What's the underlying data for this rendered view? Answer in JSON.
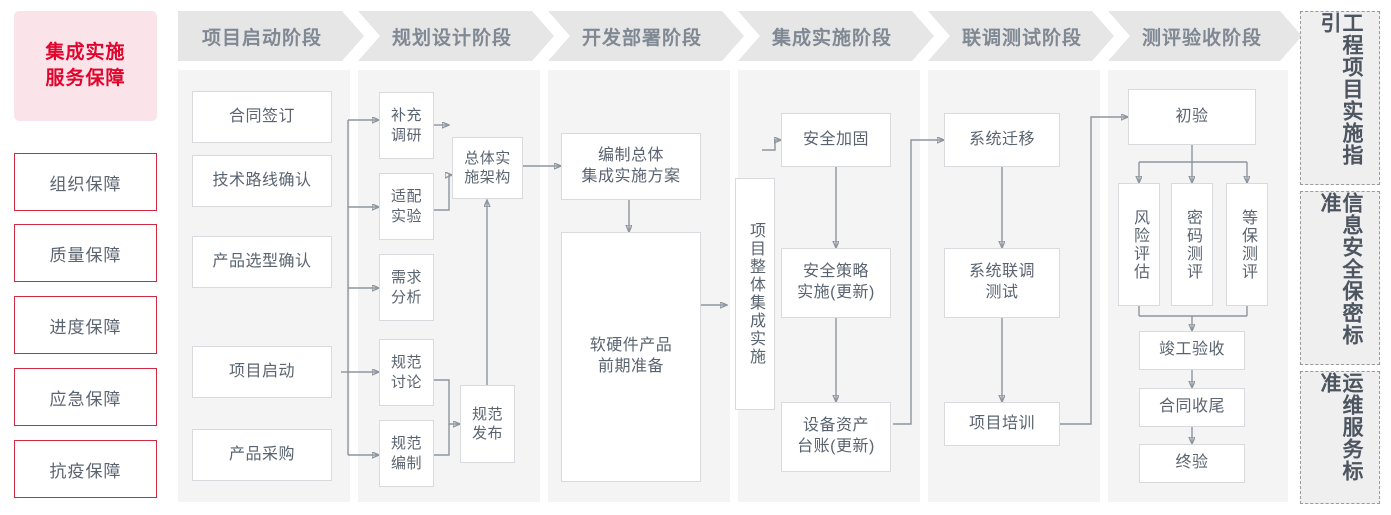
{
  "sidebar": {
    "hero": "集成实施\n服务保障",
    "hero_line1": "集成实施",
    "hero_line2": "服务保障",
    "items": [
      {
        "label": "组织保障"
      },
      {
        "label": "质量保障"
      },
      {
        "label": "进度保障"
      },
      {
        "label": "应急保障"
      },
      {
        "label": "抗疫保障"
      }
    ]
  },
  "phases": [
    {
      "title": "项目启动阶段"
    },
    {
      "title": "规划设计阶段"
    },
    {
      "title": "开发部署阶段"
    },
    {
      "title": "集成实施阶段"
    },
    {
      "title": "联调测试阶段"
    },
    {
      "title": "测评验收阶段"
    }
  ],
  "nodes": {
    "p1": [
      {
        "label": "合同签订"
      },
      {
        "label": "技术路线确认"
      },
      {
        "label": "产品选型确认"
      },
      {
        "label": "项目启动"
      },
      {
        "label": "产品采购"
      }
    ],
    "p2": [
      {
        "label": "补充\n调研",
        "l1": "补充",
        "l2": "调研"
      },
      {
        "label": "适配\n实验",
        "l1": "适配",
        "l2": "实验"
      },
      {
        "label": "需求\n分析",
        "l1": "需求",
        "l2": "分析"
      },
      {
        "label": "规范\n讨论",
        "l1": "规范",
        "l2": "讨论"
      },
      {
        "label": "规范\n编制",
        "l1": "规范",
        "l2": "编制"
      },
      {
        "label": "总体实\n施架构",
        "l1": "总体实",
        "l2": "施架构"
      },
      {
        "label": "规范\n发布",
        "l1": "规范",
        "l2": "发布"
      }
    ],
    "p3": [
      {
        "label": "编制总体\n集成实施方案",
        "l1": "编制总体",
        "l2": "集成实施方案"
      },
      {
        "label": "软硬件产品\n前期准备",
        "l1": "软硬件产品",
        "l2": "前期准备"
      }
    ],
    "p4": [
      {
        "label": "项目整体集成实施"
      },
      {
        "label": "安全加固"
      },
      {
        "label": "安全策略\n实施(更新)",
        "l1": "安全策略",
        "l2": "实施(更新)"
      },
      {
        "label": "设备资产\n台账(更新)",
        "l1": "设备资产",
        "l2": "台账(更新)"
      }
    ],
    "p5": [
      {
        "label": "系统迁移"
      },
      {
        "label": "系统联调\n测试",
        "l1": "系统联调",
        "l2": "测试"
      },
      {
        "label": "项目培训"
      }
    ],
    "p6": [
      {
        "label": "初验"
      },
      {
        "label": "风险评估"
      },
      {
        "label": "密码测评"
      },
      {
        "label": "等保测评"
      },
      {
        "label": "竣工验收"
      },
      {
        "label": "合同收尾"
      },
      {
        "label": "终验"
      }
    ]
  },
  "standards": [
    {
      "label": "工程项目实施指引"
    },
    {
      "label": "信息安全保密标准"
    },
    {
      "label": "运维服务标准"
    }
  ],
  "colors": {
    "accent_red": "#e1052e",
    "border_red": "#cf2a42",
    "hero_bg": "#fbe4e9",
    "phase_header_bg": "#e6e6e6",
    "phase_body_bg": "#f4f4f4",
    "node_border": "#d8dade",
    "wire": "#8d959e",
    "text": "#5a6470"
  }
}
